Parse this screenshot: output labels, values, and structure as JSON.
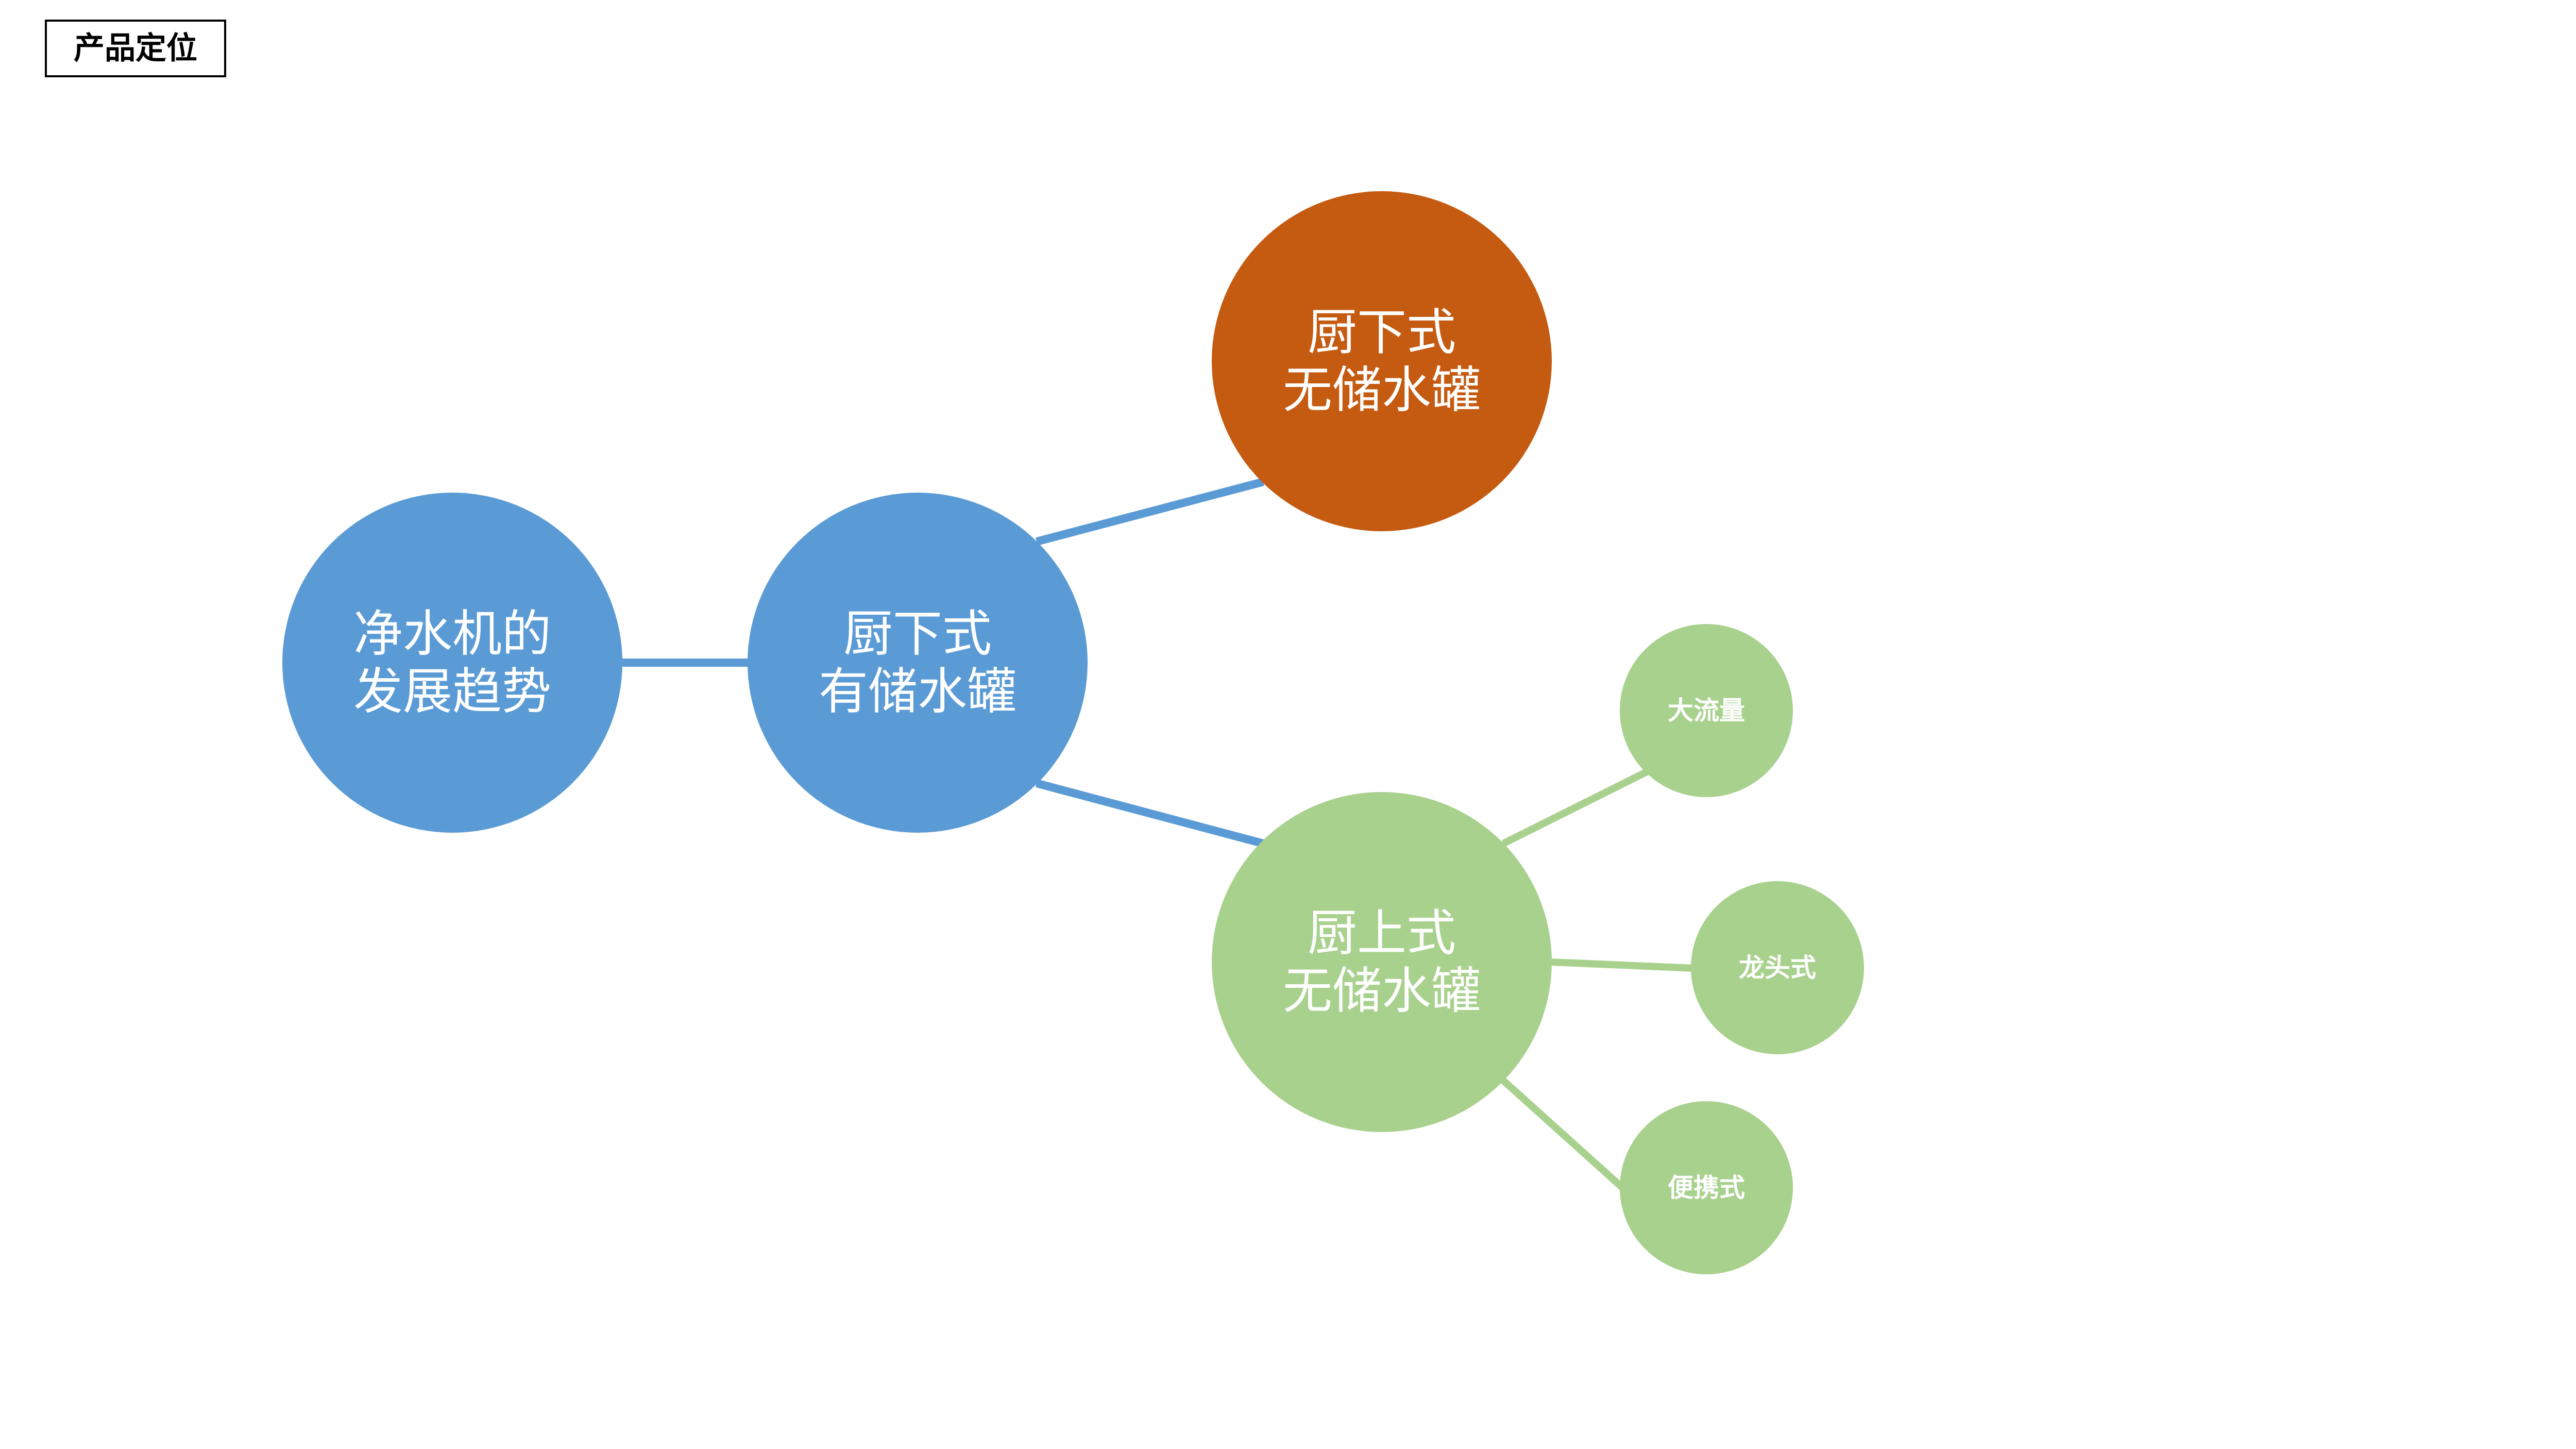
{
  "page": {
    "title": "产品定位"
  },
  "diagram": {
    "colors": {
      "blue": "#5b9bd5",
      "orange": "#c55a11",
      "green": "#a9d18e"
    },
    "nodes": {
      "trend": {
        "line1": "净水机的",
        "line2": "发展趋势"
      },
      "under_tank": {
        "line1": "厨下式",
        "line2": "有储水罐"
      },
      "under_tankless": {
        "line1": "厨下式",
        "line2": "无储水罐"
      },
      "counter_tankless": {
        "line1": "厨上式",
        "line2": "无储水罐"
      },
      "high_flow": {
        "label": "大流量"
      },
      "faucet": {
        "label": "龙头式"
      },
      "portable": {
        "label": "便携式"
      }
    }
  }
}
